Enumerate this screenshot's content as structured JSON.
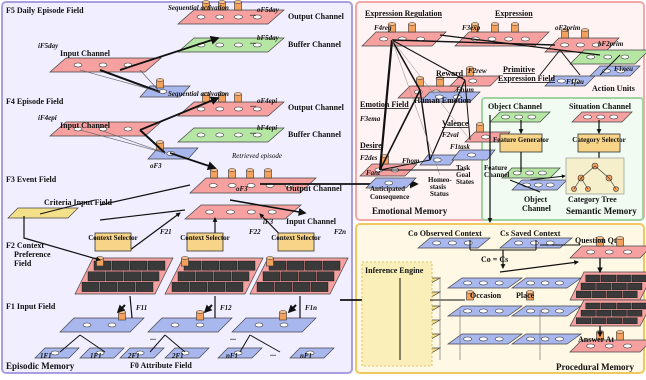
{
  "colors": {
    "episodic_bg": "#f1efff",
    "episodic_border": "#a89ee0",
    "emotional_bg": "#fff3f3",
    "emotional_border": "#f3a7a7",
    "semantic_bg": "#f1fbf1",
    "semantic_border": "#9fd39f",
    "procedural_bg": "#fff8e4",
    "procedural_border": "#f0c860",
    "red_plane": "#f6a0a0",
    "green_plane": "#b6e6a4",
    "blue_plane": "#a9b7ef",
    "yellow_plane": "#f5e08a",
    "node": "#f3a15c",
    "box": "#f7d487"
  },
  "episodic": {
    "title": "Episodic Memory",
    "f5_field": "F5 Daily Episode Field",
    "f4_field": "F4 Episode Field",
    "f3_field": "F3 Event Field",
    "f2_field_line1": "F2 Context",
    "f2_field_line2": "Preference",
    "f2_field_line3": "Field",
    "f1_field": "F1 Input Field",
    "f0_field": "F0 Attribute Field",
    "criteria_input_field": "Criteria Input Field",
    "seq_activation_top": "Sequential activation",
    "seq_activation_mid": "Sequential activation",
    "retrieved_episode": "Retrieved episode",
    "output_channel_1": "Output Channel",
    "buffer_channel_1": "Buffer Channel",
    "input_channel_1": "Input Channel",
    "output_channel_2": "Output Channel",
    "buffer_channel_2": "Buffer Channel",
    "input_channel_2": "Input Channel",
    "output_channel_3": "Output Channel",
    "input_channel_3": "Input Channel",
    "context_selector": "Context Selector",
    "dots": "...",
    "sym_o_f5": "oF5day",
    "sym_b_f5": "bF5day",
    "sym_i_f5": "iF5day",
    "sym_o_f4": "oF4epi",
    "sym_b_f4": "bF4epi",
    "sym_i_f4": "iF4epi",
    "sym_o_f3": "oF3",
    "sym_i_f3": "iF3",
    "sym_f2_1": "F21",
    "sym_f2_2": "F22",
    "sym_f2_n": "F2n",
    "sym_f1_1": "F11",
    "sym_f1_2": "F12",
    "sym_f1_n": "F1n",
    "sym_f0": [
      "1F1",
      "1F1",
      "2F1",
      "2F1",
      "nF1",
      "nF1"
    ]
  },
  "emotional": {
    "title": "Emotional Memory",
    "expression_regulation": "Expression Regulation",
    "expression": "Expression",
    "emotion_field": "Emotion Field",
    "desire": "Desire",
    "reward": "Reward",
    "primitive_expression_field_1": "Primitive",
    "primitive_expression_field_2": "Expression Field",
    "action_units": "Action Units",
    "human_emotion": "Human Emotion",
    "valence": "Valence",
    "anticipated_consequence_1": "Anticipated",
    "anticipated_consequence_2": "Consequence",
    "homeostasis_status_1": "Homeo-",
    "homeostasis_status_2": "stasis",
    "homeostasis_status_3": "Status",
    "task_goal_status_1": "Task",
    "task_goal_status_2": "Goal",
    "task_goal_status_3": "States",
    "sym_reg": "F4reg",
    "sym_exp": "F3exp",
    "sym_prim_o": "oF2prim",
    "sym_prim_b": "bF2prim",
    "sym_ema": "F3ema",
    "sym_rew": "F2rew",
    "sym_hum": "Fhum",
    "sym_val": "F2val",
    "sym_des": "F2des",
    "sym_task": "F1task",
    "sym_hom": "Fhom",
    "sym_ant": "Fant",
    "sym_fau": "F1fau",
    "sym_neu": "F1neu"
  },
  "semantic": {
    "title": "Semantic Memory",
    "object_channel_top": "Object Channel",
    "situation_channel": "Situation Channel",
    "feature_generator": "Feature Generator",
    "category_selector": "Category Selector",
    "feature_channel_1": "Feature",
    "feature_channel_2": "Channel",
    "object_channel_1": "Object",
    "object_channel_2": "Channel",
    "category_tree": "Category Tree"
  },
  "procedural": {
    "title": "Procedural Memory",
    "observed_context": "Co Observed Context",
    "saved_context": "Cs Saved Context",
    "question": "Question Qt",
    "inference_engine": "Inference Engine",
    "occasion": "Occasion",
    "place": "Place",
    "answer": "Answer At",
    "co_eq_cs": "Co = Cs"
  }
}
